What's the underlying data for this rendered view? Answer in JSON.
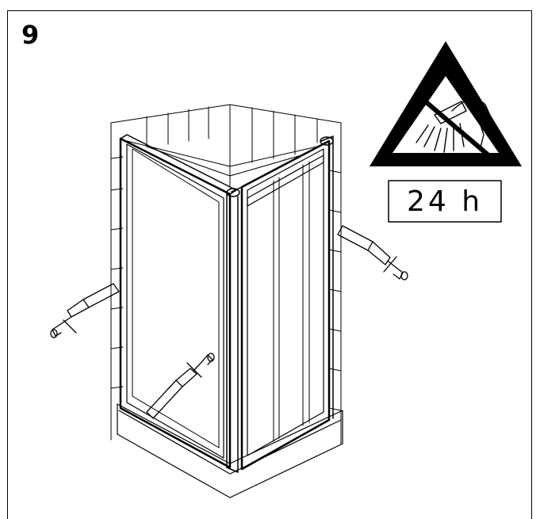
{
  "step": {
    "number": "9"
  },
  "warning": {
    "icon": "no-shower-warning-icon",
    "duration_label": "24 h"
  },
  "illustration": {
    "subject": "shower-enclosure-sealant-application",
    "colors": {
      "line": "#000000",
      "background": "#ffffff"
    }
  }
}
